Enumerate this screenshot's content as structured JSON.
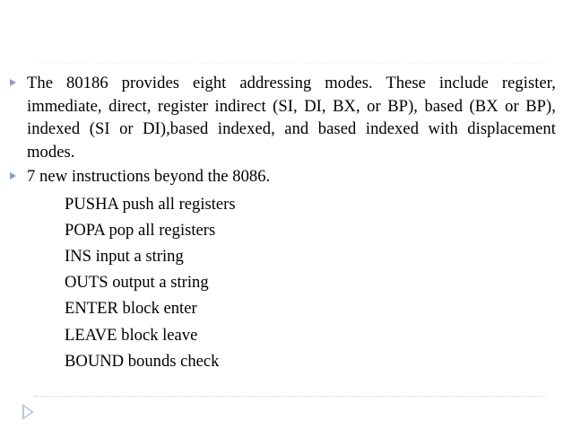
{
  "slide": {
    "background_color": "#ffffff",
    "text_color": "#000000",
    "bullet_color": "#8a9bc4",
    "divider_top_color": "#f0f2f7",
    "divider_bottom_color": "#ccd4e4",
    "footer_marker_color": "#b9c6de"
  },
  "bullets": [
    {
      "text": "The 80186 provides eight addressing modes. These include register, immediate, direct, register indirect (SI, DI, BX, or BP), based (BX or BP), indexed (SI or DI),based indexed, and based indexed with displacement modes."
    },
    {
      "text": "7 new instructions beyond the 8086."
    }
  ],
  "instructions": [
    {
      "label": "PUSHA push all registers"
    },
    {
      "label": "POPA pop all registers"
    },
    {
      "label": "INS input a string"
    },
    {
      "label": "OUTS output a string"
    },
    {
      "label": "ENTER block enter"
    },
    {
      "label": "LEAVE block leave"
    },
    {
      "label": "BOUND bounds check"
    }
  ]
}
